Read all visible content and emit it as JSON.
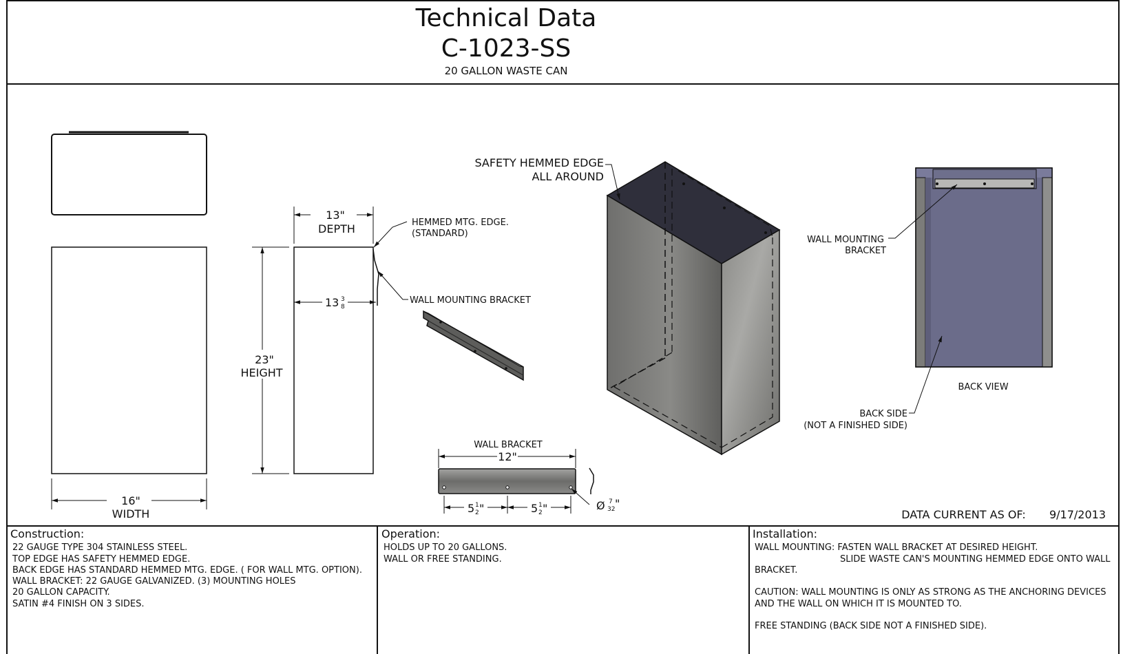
{
  "header": {
    "title": "Technical Data",
    "model": "C-1023-SS",
    "subtitle": "20 GALLON WASTE CAN"
  },
  "drawing": {
    "width_dim": "16\"",
    "width_label": "WIDTH",
    "depth_dim": "13\"",
    "depth_label": "DEPTH",
    "height_dim": "23\"",
    "height_label": "HEIGHT",
    "inner_depth_whole": "13",
    "inner_depth_num": "3",
    "inner_depth_den": "8",
    "hemmed_edge_label_1": "HEMMED MTG. EDGE.",
    "hemmed_edge_label_2": "(STANDARD)",
    "wall_bracket_label": "WALL MOUNTING BRACKET",
    "safety_label_1": "SAFETY HEMMED EDGE",
    "safety_label_2": "ALL AROUND",
    "bracket_title": "WALL BRACKET",
    "bracket_length": "12\"",
    "spacing_whole": "5",
    "spacing_num": "1",
    "spacing_den": "2",
    "hole_prefix": "Ø",
    "hole_num": "7",
    "hole_den": "32",
    "back_mount_label_1": "WALL MOUNTING",
    "back_mount_label_2": "BRACKET",
    "back_view_label": "BACK VIEW",
    "back_side_label_1": "BACK SIDE",
    "back_side_label_2": "(NOT A FINISHED SIDE)"
  },
  "date_label": "DATA CURRENT AS OF:",
  "date_value": "9/17/2013",
  "construction": {
    "heading": "Construction:",
    "lines": [
      "22 GAUGE TYPE 304 STAINLESS STEEL.",
      "TOP EDGE HAS SAFETY HEMMED EDGE.",
      "BACK EDGE HAS STANDARD HEMMED MTG. EDGE. ( FOR WALL MTG. OPTION).",
      "WALL BRACKET: 22 GAUGE GALVANIZED. (3) MOUNTING HOLES",
      "20 GALLON CAPACITY.",
      "SATIN #4 FINISH ON 3 SIDES."
    ]
  },
  "operation": {
    "heading": "Operation:",
    "lines": [
      "HOLDS UP TO 20 GALLONS.",
      "WALL OR FREE STANDING."
    ]
  },
  "installation": {
    "heading": "Installation:",
    "lines": [
      "WALL MOUNTING: FASTEN WALL BRACKET AT DESIRED HEIGHT.",
      "                              SLIDE WASTE CAN'S MOUNTING HEMMED EDGE ONTO WALL",
      "BRACKET.",
      "",
      "CAUTION: WALL MOUNTING IS ONLY AS STRONG AS THE ANCHORING DEVICES",
      "AND THE WALL ON WHICH IT IS MOUNTED TO.",
      "",
      "FREE STANDING (BACK SIDE NOT A FINISHED SIDE)."
    ]
  }
}
